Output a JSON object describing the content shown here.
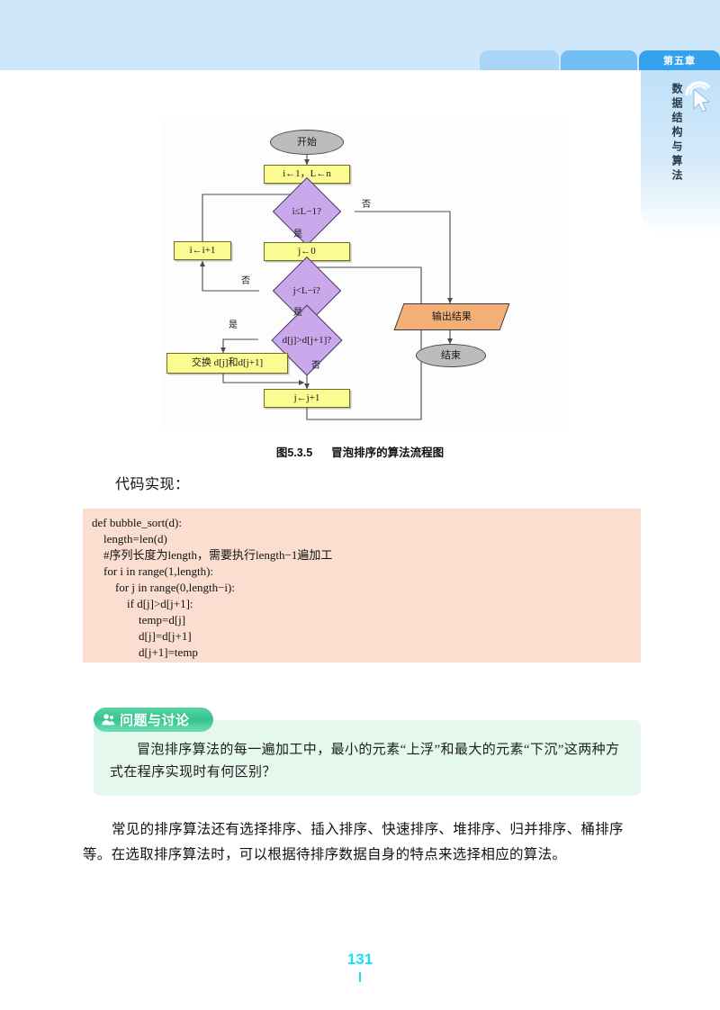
{
  "header": {
    "chapter_tab": "第五章",
    "tabs": [
      "",
      "",
      "第五章"
    ],
    "side_title": "数据结构与算法",
    "cursor_icon": "click-cursor-icon"
  },
  "figure": {
    "caption_number": "图5.3.5",
    "caption_text": "冒泡排序的算法流程图",
    "nodes": [
      {
        "id": "start",
        "shape": "terminator",
        "text": "开始",
        "fill": "#bcbcbc"
      },
      {
        "id": "init",
        "shape": "process",
        "text": "i←1，L←n",
        "fill": "#fbfb92"
      },
      {
        "id": "dec_i",
        "shape": "decision",
        "text": "i≤L−1?",
        "fill": "#c9a8ec"
      },
      {
        "id": "j0",
        "shape": "process",
        "text": "j←0",
        "fill": "#fbfb92"
      },
      {
        "id": "inc_i",
        "shape": "process",
        "text": "i←i+1",
        "fill": "#fbfb92"
      },
      {
        "id": "dec_j",
        "shape": "decision",
        "text": "j<L−i?",
        "fill": "#c9a8ec"
      },
      {
        "id": "dec_cmp",
        "shape": "decision",
        "text": "d[j]>d[j+1]?",
        "fill": "#c9a8ec"
      },
      {
        "id": "swap",
        "shape": "process",
        "text": "交换 d[j]和d[j+1]",
        "fill": "#fbfb92"
      },
      {
        "id": "inc_j",
        "shape": "process",
        "text": "j←j+1",
        "fill": "#fbfb92"
      },
      {
        "id": "output",
        "shape": "io",
        "text": "输出结果",
        "fill": "#f2b077"
      },
      {
        "id": "end",
        "shape": "terminator",
        "text": "结束",
        "fill": "#bcbcbc"
      }
    ],
    "edge_labels": {
      "dec_i_no": "否",
      "dec_i_yes": "是",
      "dec_j_no": "否",
      "dec_j_yes": "是",
      "dec_cmp_yes": "是",
      "dec_cmp_no": "否"
    }
  },
  "code_intro": "代码实现：",
  "code": {
    "lines": [
      "def bubble_sort(d):",
      "    length=len(d)",
      "    #序列长度为length，需要执行length−1遍加工",
      "    for i in range(1,length):",
      "        for j in range(0,length−i):",
      "            if d[j]>d[j+1]:",
      "                temp=d[j]",
      "                d[j]=d[j+1]",
      "                d[j+1]=temp"
    ]
  },
  "discussion": {
    "badge_label": "问题与讨论",
    "badge_icon": "people-icon",
    "text": "冒泡排序算法的每一遍加工中，最小的元素“上浮”和最大的元素“下沉”这两种方式在程序实现时有何区别？"
  },
  "closing_paragraph": "常见的排序算法还有选择排序、插入排序、快速排序、堆排序、归并排序、桶排序等。在选取排序算法时，可以根据待排序数据自身的特点来选择相应的算法。",
  "page_number": "131",
  "colors": {
    "band": "#cfe7fa",
    "tab_active": "#36a2ee",
    "code_bg": "#fbded0",
    "discussion_bg": "#e6f7ee",
    "badge_green": "#35c38f",
    "folio": "#12e3f0"
  }
}
